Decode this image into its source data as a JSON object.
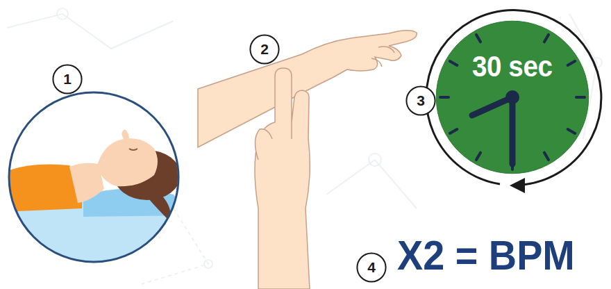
{
  "diagram": {
    "nodes": [
      {
        "text": [
          "1"
        ]
      },
      {
        "text": [
          "2"
        ]
      },
      {
        "text": [
          "3"
        ]
      },
      {
        "text": [
          "30 sec"
        ]
      },
      {
        "text": [
          "4"
        ]
      }
    ],
    "labels": [
      "X2 = BPM"
    ]
  }
}
